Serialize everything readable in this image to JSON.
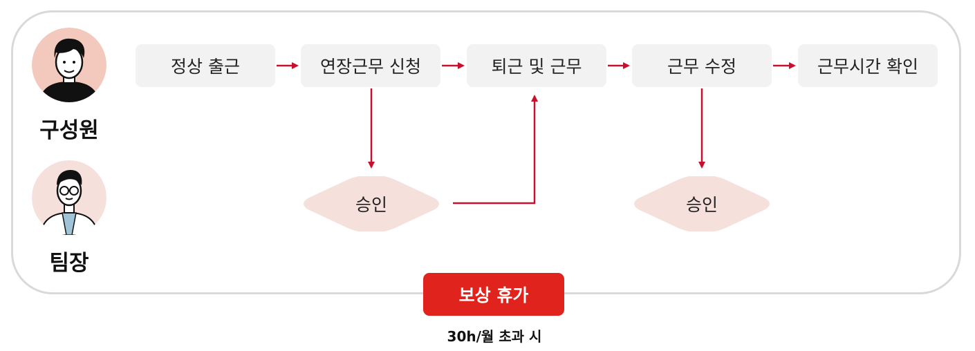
{
  "roles": {
    "member": "구성원",
    "lead": "팀장"
  },
  "steps": [
    "정상 출근",
    "연장근무 신청",
    "퇴근 및 근무",
    "근무 수정",
    "근무시간 확인"
  ],
  "approvals": [
    "승인",
    "승인"
  ],
  "badge": {
    "label": "보상 휴가",
    "condition": "30h/월 초과 시"
  },
  "colors": {
    "accent": "#e0231c",
    "arrow": "#c8102e",
    "step_bg": "#f2f2f2",
    "diamond_bg": "#f6e0dc",
    "avatar_bg": "#f2c9bc"
  }
}
